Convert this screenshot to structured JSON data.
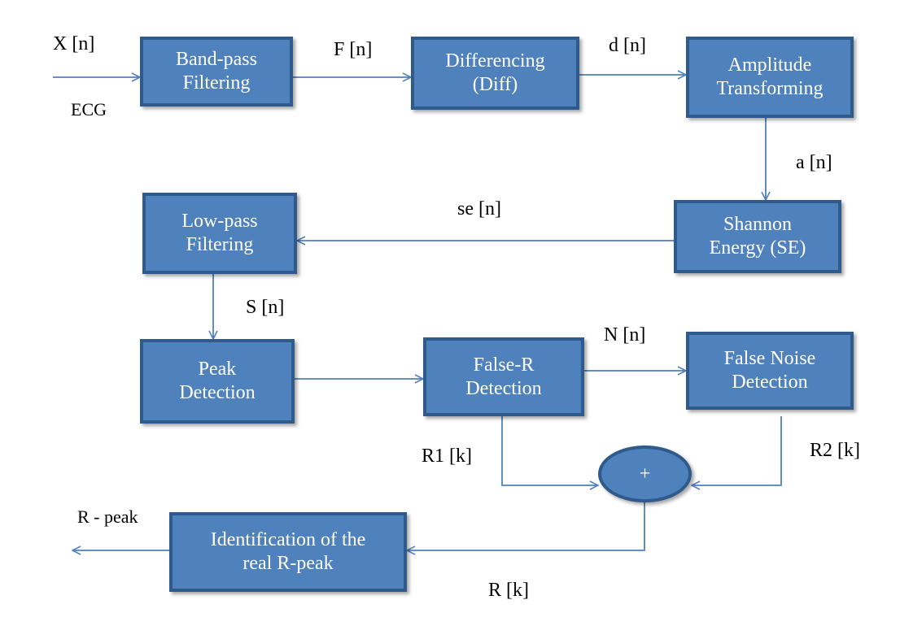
{
  "blocks": {
    "bandpass": "Band-pass\nFiltering",
    "diff": "Differencing\n(Diff)",
    "amplitude": "Amplitude\nTransforming",
    "shannon": "Shannon\nEnergy (SE)",
    "lowpass": "Low-pass\nFiltering",
    "peak": "Peak\nDetection",
    "false_r": "False-R\nDetection",
    "false_noise": "False Noise\nDetection",
    "identification": "Identification of the\nreal R-peak",
    "summer": "+"
  },
  "signals": {
    "input": "X [n]",
    "ecg": "ECG",
    "filtered": "F [n]",
    "differenced": "d [n]",
    "amplitude": "a [n]",
    "shannon": "se [n]",
    "smoothed": "S [n]",
    "noise": "N [n]",
    "r1": "R1 [k]",
    "r2": "R2 [k]",
    "combined": "R [k]",
    "output": "R - peak"
  },
  "colors": {
    "block_fill": "#4f81bd",
    "block_border": "#2e5b8c",
    "arrow": "#4f81bd"
  }
}
